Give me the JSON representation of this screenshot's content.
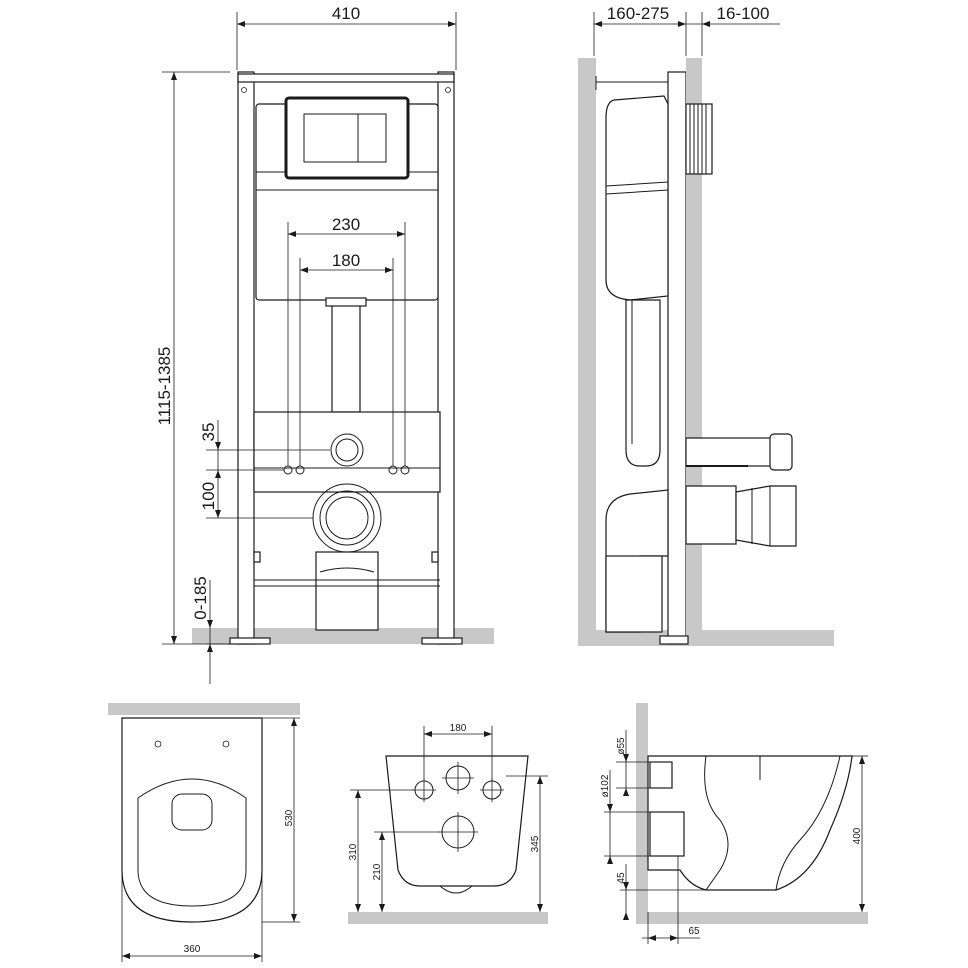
{
  "front_view": {
    "frame_width": "410",
    "height_range": "1115-1385",
    "hole_spacing_outer": "230",
    "hole_spacing_inner": "180",
    "offset_35": "35",
    "offset_100": "100",
    "floor_gap": "0-185"
  },
  "side_view": {
    "depth_range": "160-275",
    "wall_range": "16-100"
  },
  "bowl_top_view": {
    "length": "530",
    "width": "360"
  },
  "bowl_back_view": {
    "hole_spacing": "180",
    "height_310": "310",
    "height_210": "210",
    "height_345": "345"
  },
  "bowl_side_view": {
    "diameter_55": "ø55",
    "diameter_102": "ø102",
    "height_400": "400",
    "height_45": "45",
    "offset_65": "65"
  }
}
